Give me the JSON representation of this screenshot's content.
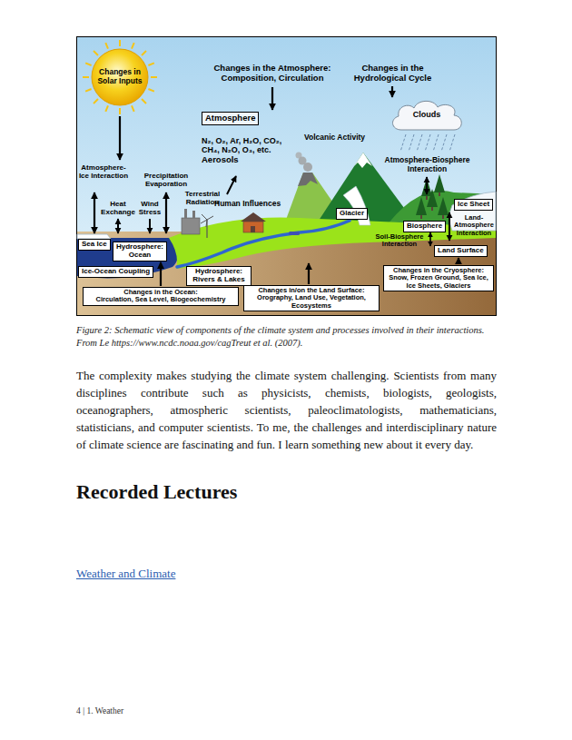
{
  "diagram": {
    "caption": "Figure 2: Schematic view of components of the climate system and processes involved in their interactions. From Le https://www.ncdc.noaa.gov/cagTreut et al. (2007).",
    "nodes": [
      {
        "text": [
          "Changes in Solar Inputs"
        ]
      },
      {
        "text": [
          "Clouds"
        ]
      },
      {
        "text": [
          "Atmosphere"
        ]
      },
      {
        "text": [
          "Glacier"
        ]
      },
      {
        "text": [
          "Ice Sheet"
        ]
      },
      {
        "text": [
          "Biosphere"
        ]
      },
      {
        "text": [
          "Sea Ice"
        ]
      },
      {
        "text": [
          "Hydrosphere: Ocean"
        ]
      },
      {
        "text": [
          "Land Surface"
        ]
      },
      {
        "text": [
          "Ice-Ocean Coupling"
        ]
      },
      {
        "text": [
          "Hydrosphere: Rivers & Lakes"
        ]
      },
      {
        "text": [
          "Changes in the Cryosphere:",
          "Snow, Frozen Ground, Sea Ice, Ice Sheets, Glaciers"
        ]
      },
      {
        "text": [
          "Changes in the Ocean:",
          "Circulation, Sea Level, Biogeochemistry"
        ]
      },
      {
        "text": [
          "Changes in/on the Land Surface:",
          "Orography, Land Use, Vegetation, Ecosystems"
        ]
      }
    ],
    "edges": [
      {
        "from": 12,
        "to": 7,
        "arrow": "to"
      },
      {
        "from": 11,
        "to": 8,
        "arrow": "to"
      }
    ],
    "labels": [
      "Changes in the Atmosphere: Composition, Circulation",
      "Changes in the Hydrological Cycle",
      "N₂, O₂, Ar, H₂O, CO₂, CH₄, N₂O, O₃, etc.",
      "Aerosols",
      "Volcanic Activity",
      "Atmosphere-Biosphere Interaction",
      "Atmosphere-Ice Interaction",
      "Precipitation Evaporation",
      "Heat Exchange",
      "Wind Stress",
      "Terrestrial Radiation",
      "Human Influences",
      "Land-Atmosphere Interaction",
      "Soil-Biosphere Interaction",
      "The complexity makes studying the climate system challenging. Scientists from many disciplines contribute such as physicists, chemists, biologists, geologists, oceanographers, atmospheric scientists, paleoclimatologists, mathematicians, statisticians, and computer scientists. To me, the challenges and interdisciplinary nature of climate science are fascinating and fun. I learn something new about it every day.",
      "Recorded Lectures",
      "Weather and Climate",
      "4 | 1. Weather"
    ]
  }
}
